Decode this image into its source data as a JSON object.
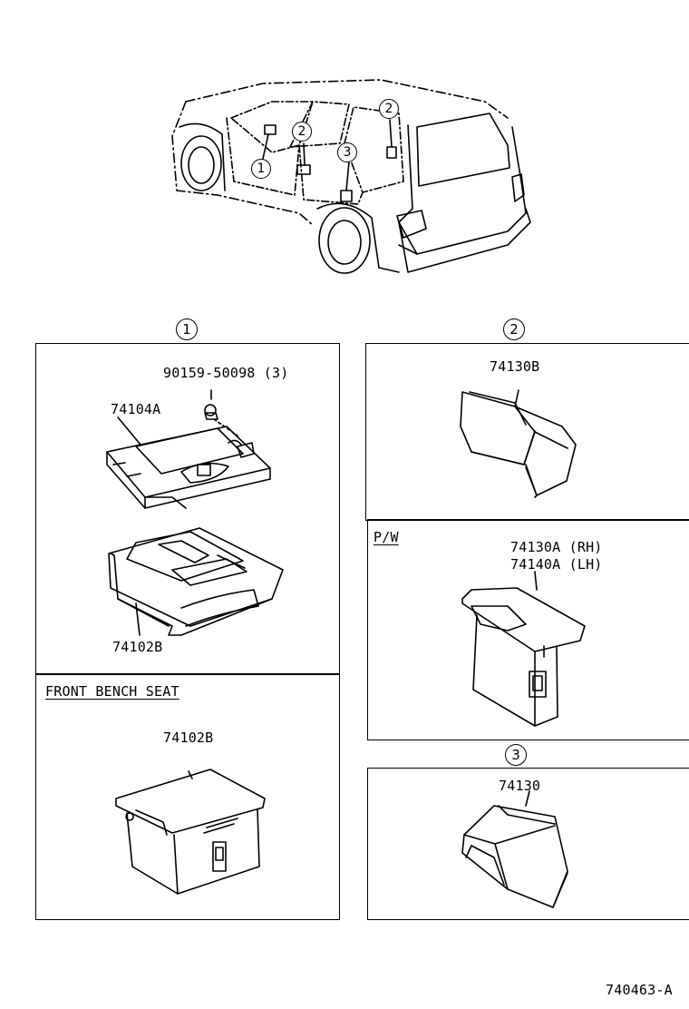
{
  "vehicle_callouts": [
    "1",
    "2",
    "2",
    "3"
  ],
  "sections": {
    "s1": {
      "marker": "1",
      "bolt_part": "90159-50098 (3)",
      "bracket_part": "74104A",
      "tray_part": "74102B"
    },
    "s1b": {
      "title": "FRONT BENCH SEAT",
      "part": "74102B"
    },
    "s2": {
      "marker": "2",
      "part": "74130B"
    },
    "s2b": {
      "title": "P/W",
      "part_rh": "74130A (RH)",
      "part_lh": "74140A (LH)"
    },
    "s3": {
      "marker": "3",
      "part": "74130"
    }
  },
  "figure_code": "740463-A"
}
